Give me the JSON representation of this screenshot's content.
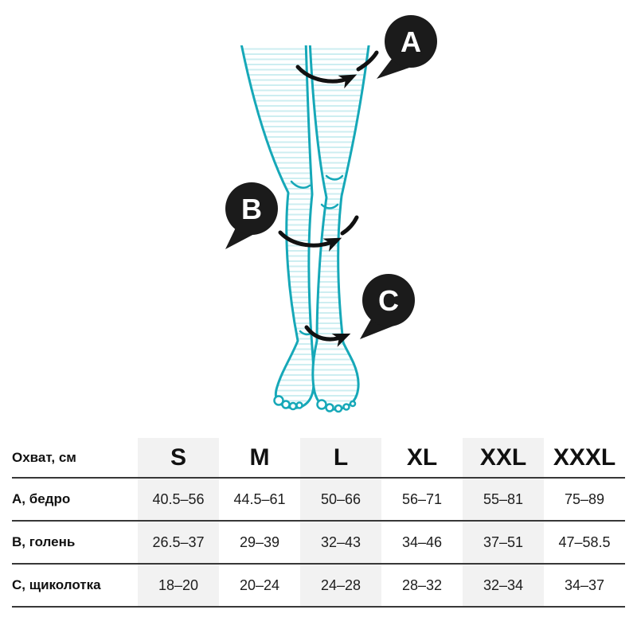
{
  "colors": {
    "leg_outline": "#16a8b8",
    "leg_hatch": "#cdeef1",
    "badge_background": "#1b1b1b",
    "badge_letter": "#ffffff",
    "arrow": "#111111",
    "shaded_column": "#f2f2f2",
    "row_divider": "#383838"
  },
  "diagram": {
    "badges": [
      {
        "label": "A"
      },
      {
        "label": "B"
      },
      {
        "label": "C"
      }
    ]
  },
  "chart_data": {
    "type": "table",
    "header": [
      "Охват, см",
      "S",
      "M",
      "L",
      "XL",
      "XXL",
      "XXXL"
    ],
    "rows": [
      {
        "label": "A, бедро",
        "values": [
          "40.5–56",
          "44.5–61",
          "50–66",
          "56–71",
          "55–81",
          "75–89"
        ]
      },
      {
        "label": "B, голень",
        "values": [
          "26.5–37",
          "29–39",
          "32–43",
          "34–46",
          "37–51",
          "47–58.5"
        ]
      },
      {
        "label": "C, щиколотка",
        "values": [
          "18–20",
          "20–24",
          "24–28",
          "28–32",
          "32–34",
          "34–37"
        ]
      }
    ]
  }
}
